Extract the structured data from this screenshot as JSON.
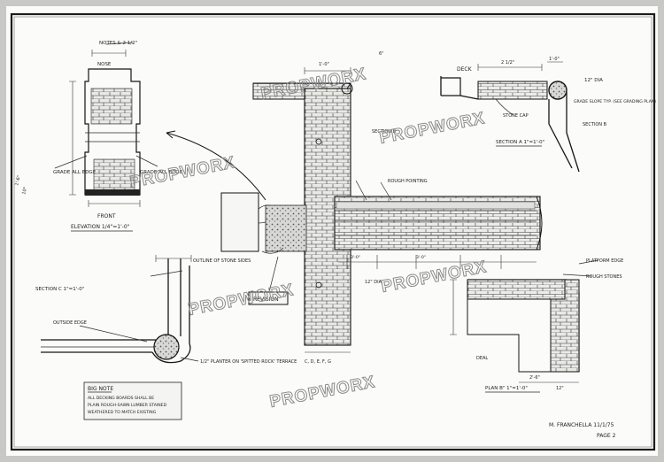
{
  "watermark": "PROPWORX",
  "labels": {
    "notes_top": "NOTES & 2 1/2\"",
    "nose": "NOSE",
    "front_label": "FRONT",
    "elev_title": "ELEVATION  1/4\"=1'-0\"",
    "grade_left": "GRADE ALL EDGE",
    "grade_right": "GRADE ALL EDGE",
    "section_c": "SECTION C  1\"=1'-0\"",
    "outline_stones": "OUTLINE OF STONE SIDES",
    "outside_edge": "OUTSIDE EDGE",
    "planter_note": "1/2\" PLANTER ON 'SPITTED ROCK' TERRACE",
    "big_note_title": "BIG NOTE",
    "big_note_line1": "ALL DECKING BOARDS SHALL BE",
    "big_note_line2": "PLAIN ROUGH-SAWN LUMBER STAINED",
    "big_note_line3": "WEATHERED TO MATCH EXISTING",
    "reference": "REVISION",
    "deck": "DECK",
    "dim_2_1_2": "2 1/2\"",
    "dim_1_0": "1'-0\"",
    "dia_12": "12\" DIA",
    "slope_note": "GRADE SLOPE TYP. (SEE GRADING PLAN)",
    "section_a": "SECTION A  1\"=1'-0\"",
    "section_b": "SECTION B",
    "stone_cap": "STONE CAP",
    "rough_pointing": "ROUGH POINTING",
    "platform_edge": "PLATFORM EDGE",
    "rough_stones": "ROUGH STONES",
    "deal": "DEAL",
    "plan_label": "PLAN  B\"  1\"=1'-0\"",
    "dim_2_6": "2'-6\"",
    "dim_12": "12\"",
    "signature": "M. FRANCHELLA  11/1/75",
    "page": "PAGE 2",
    "edge_marks": "C, D, E, F, G",
    "dim_3_0": "3'-0\"",
    "dim_1_6": "1'-6\"",
    "dim_10": "10\"",
    "dim_6": "6\""
  }
}
